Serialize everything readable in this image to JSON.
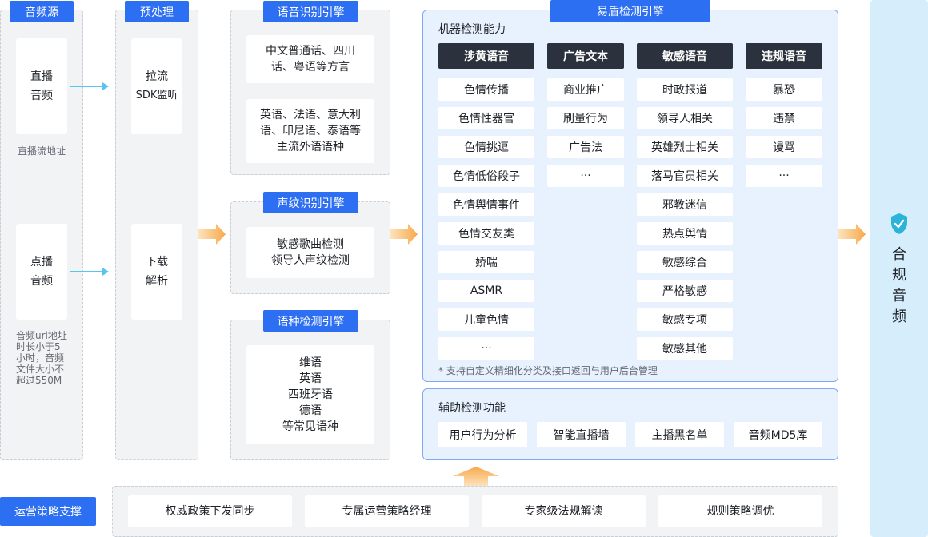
{
  "audio_source": {
    "title": "音频源",
    "live": {
      "line1": "直播",
      "line2": "音频",
      "caption": "直播流地址"
    },
    "file": {
      "line1": "点播",
      "line2": "音频",
      "caption_lines": [
        "音频url地址",
        "时长小于5",
        "小时，音频",
        "文件大小不",
        "超过550M"
      ]
    }
  },
  "preprocess": {
    "title": "预处理",
    "live": {
      "line1": "拉流",
      "line2": "SDK监听"
    },
    "file": {
      "line1": "下载",
      "line2": "解析"
    }
  },
  "speech_recognition": {
    "title": "语音识别引擎",
    "cards": [
      {
        "lines": [
          "中文普通话、四川",
          "话、粤语等方言"
        ]
      },
      {
        "lines": [
          "英语、法语、意大利",
          "语、印尼语、泰语等",
          "主流外语语种"
        ]
      }
    ]
  },
  "voiceprint": {
    "title": "声纹识别引擎",
    "lines": [
      "敏感歌曲检测",
      "领导人声纹检测"
    ]
  },
  "language_detect": {
    "title": "语种检测引擎",
    "lines": [
      "维语",
      "英语",
      "西班牙语",
      "德语",
      "等常见语种"
    ]
  },
  "yidun": {
    "title": "易盾检测引擎",
    "machine": {
      "title": "机器检测能力",
      "categories": [
        {
          "name": "涉黄语音",
          "items": [
            "色情传播",
            "色情性器官",
            "色情挑逗",
            "色情低俗段子",
            "色情舆情事件",
            "色情交友类",
            "娇喘",
            "ASMR",
            "儿童色情",
            "···"
          ]
        },
        {
          "name": "广告文本",
          "items": [
            "商业推广",
            "刷量行为",
            "广告法",
            "···"
          ]
        },
        {
          "name": "敏感语音",
          "items": [
            "时政报道",
            "领导人相关",
            "英雄烈士相关",
            "落马官员相关",
            "邪教迷信",
            "热点舆情",
            "敏感综合",
            "严格敏感",
            "敏感专项",
            "敏感其他"
          ]
        },
        {
          "name": "违规语音",
          "items": [
            "暴恐",
            "违禁",
            "谩骂",
            "···"
          ]
        }
      ],
      "note": "* 支持自定义精细化分类及接口返回与用户后台管理"
    },
    "auxiliary": {
      "title": "辅助检测功能",
      "items": [
        "用户行为分析",
        "智能直播墙",
        "主播黑名单",
        "音频MD5库"
      ]
    }
  },
  "result": {
    "chars": [
      "合",
      "规",
      "音",
      "频"
    ],
    "icon": "shield-check-icon"
  },
  "operations": {
    "label": "运营策略支撑",
    "items": [
      "权威政策下发同步",
      "专属运营策略经理",
      "专家级法规解读",
      "规则策略调优"
    ]
  },
  "colors": {
    "accent": "#2d6ff3",
    "header_dark": "#2c323d",
    "panel_bg": "#e8f1fe",
    "result_bg": "#d6eefc",
    "arrow_orange": "#f7a94a"
  }
}
